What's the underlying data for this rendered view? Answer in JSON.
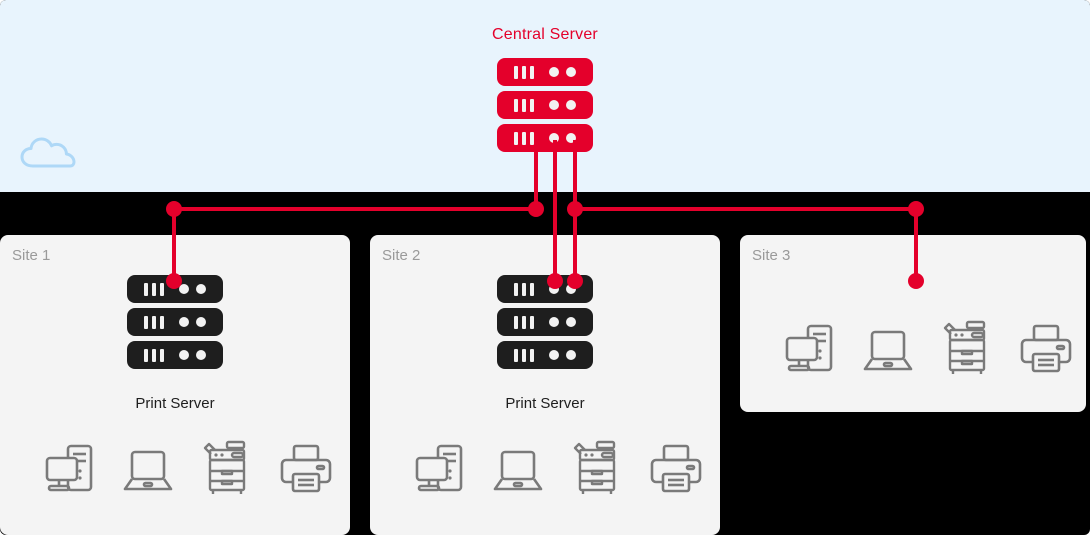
{
  "diagram": {
    "title": "Centralized print server network topology",
    "colors": {
      "accent_red": "#E4002B",
      "cloud_band": "#E8F4FD",
      "panel_gray": "#F4F4F4",
      "device_gray": "#7A7A7A",
      "server_dark": "#1E1E1E",
      "site_label": "#9A9A9A",
      "background_black": "#000000"
    }
  },
  "cloud": {
    "icon": "cloud-icon"
  },
  "central": {
    "label": "Central Server",
    "icon": "server-stack-icon",
    "units": 3,
    "unit_bars": 3,
    "unit_dots": 2
  },
  "sites": [
    {
      "title": "Site 1",
      "server_caption": "Print Server",
      "has_server": true,
      "server_icon": "server-stack-icon",
      "devices": [
        {
          "name": "desktop-computer-icon",
          "label": "Desktop PC"
        },
        {
          "name": "laptop-icon",
          "label": "Laptop"
        },
        {
          "name": "copier-icon",
          "label": "Multifunction Copier"
        },
        {
          "name": "printer-icon",
          "label": "Printer"
        }
      ]
    },
    {
      "title": "Site 2",
      "server_caption": "Print Server",
      "has_server": true,
      "server_icon": "server-stack-icon",
      "devices": [
        {
          "name": "desktop-computer-icon",
          "label": "Desktop PC"
        },
        {
          "name": "laptop-icon",
          "label": "Laptop"
        },
        {
          "name": "copier-icon",
          "label": "Multifunction Copier"
        },
        {
          "name": "printer-icon",
          "label": "Printer"
        }
      ]
    },
    {
      "title": "Site 3",
      "server_caption": "",
      "has_server": false,
      "server_icon": "",
      "devices": [
        {
          "name": "desktop-computer-icon",
          "label": "Desktop PC"
        },
        {
          "name": "laptop-icon",
          "label": "Laptop"
        },
        {
          "name": "copier-icon",
          "label": "Multifunction Copier"
        },
        {
          "name": "printer-icon",
          "label": "Printer"
        }
      ]
    }
  ],
  "links": {
    "bus_label": "network-bus",
    "node_label": "connection-node",
    "nodes": 8
  }
}
